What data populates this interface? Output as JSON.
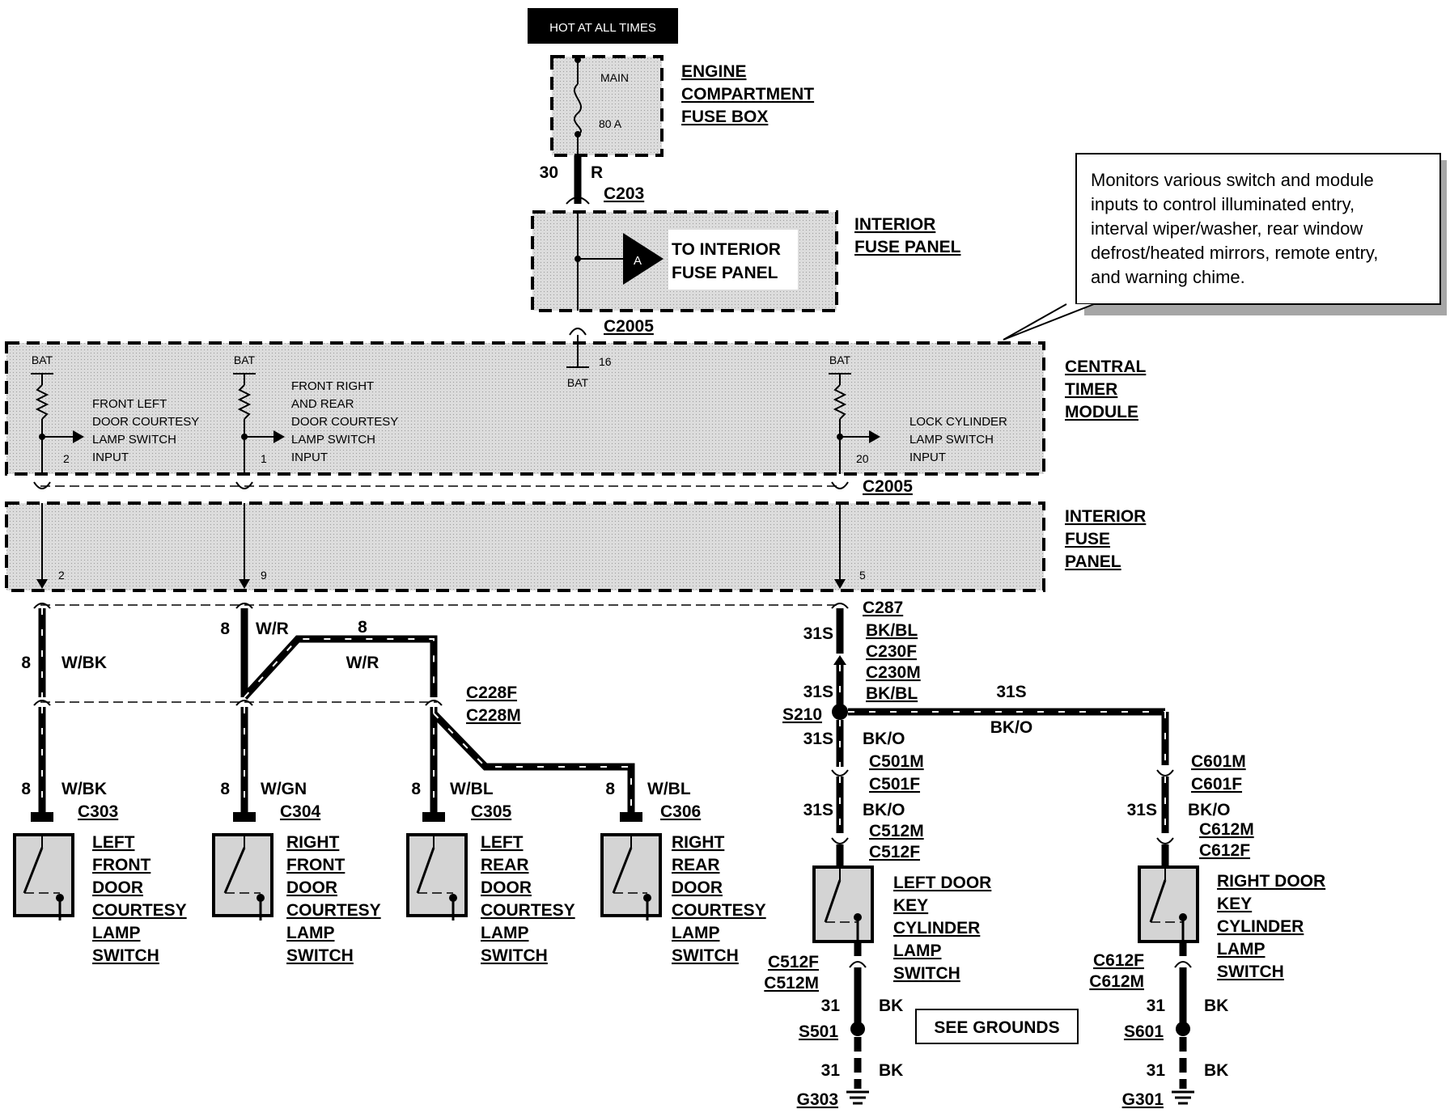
{
  "header": {
    "hot_label": "HOT AT ALL TIMES"
  },
  "engine_fuse": {
    "title": [
      "ENGINE",
      "COMPARTMENT",
      "FUSE BOX"
    ],
    "fuse_name": "MAIN",
    "fuse_rating": "80 A",
    "wire_circuit": "30",
    "wire_color": "R",
    "connector": "C203"
  },
  "interior_fuse_top": {
    "title": [
      "INTERIOR",
      "FUSE PANEL"
    ],
    "ref_letter": "A",
    "ref_text": [
      "TO INTERIOR",
      "FUSE PANEL"
    ],
    "connector": "C2005"
  },
  "note": {
    "lines": [
      "Monitors various switch and module",
      "inputs to control illuminated entry,",
      "interval wiper/washer, rear window",
      "defrost/heated mirrors, remote entry,",
      "and warning chime."
    ]
  },
  "ctm": {
    "title": [
      "CENTRAL",
      "TIMER",
      "MODULE"
    ],
    "bat": "BAT",
    "pin_top": "16",
    "inputs": [
      {
        "pin": "2",
        "lines": [
          "FRONT LEFT",
          "DOOR COURTESY",
          "LAMP SWITCH",
          "INPUT"
        ]
      },
      {
        "pin": "1",
        "lines": [
          "FRONT RIGHT",
          "AND REAR",
          "DOOR COURTESY",
          "LAMP SWITCH",
          "INPUT"
        ]
      },
      {
        "pin": "20",
        "lines": [
          "LOCK CYLINDER",
          "LAMP SWITCH",
          "INPUT"
        ]
      }
    ],
    "connector_bottom": "C2005"
  },
  "interior_fuse_bottom": {
    "title": [
      "INTERIOR",
      "FUSE",
      "PANEL"
    ],
    "pins": [
      "2",
      "9",
      "5"
    ]
  },
  "left_wiring": {
    "w1_circuit": "8",
    "w1_color": "W/BK",
    "w2_circuit": "8",
    "w2_color": "W/R",
    "w3_circuit": "8",
    "w3_color": "W/R",
    "inline_connector": [
      "C228F",
      "C228M"
    ],
    "lower": [
      {
        "circuit": "8",
        "color": "W/BK",
        "connector": "C303"
      },
      {
        "circuit": "8",
        "color": "W/GN",
        "connector": "C304"
      },
      {
        "circuit": "8",
        "color": "W/BL",
        "connector": "C305"
      },
      {
        "circuit": "8",
        "color": "W/BL",
        "connector": "C306"
      }
    ]
  },
  "switches": [
    {
      "lines": [
        "LEFT",
        "FRONT",
        "DOOR",
        "COURTESY",
        "LAMP",
        "SWITCH"
      ]
    },
    {
      "lines": [
        "RIGHT",
        "FRONT",
        "DOOR",
        "COURTESY",
        "LAMP",
        "SWITCH"
      ]
    },
    {
      "lines": [
        "LEFT",
        "REAR",
        "DOOR",
        "COURTESY",
        "LAMP",
        "SWITCH"
      ]
    },
    {
      "lines": [
        "RIGHT",
        "REAR",
        "DOOR",
        "COURTESY",
        "LAMP",
        "SWITCH"
      ]
    }
  ],
  "right_wiring": {
    "c287": "C287",
    "c31s_a": "31S",
    "color_a": "BK/BL",
    "c230": [
      "C230F",
      "C230M"
    ],
    "c31s_b": "31S",
    "color_b": "BK/BL",
    "splice": "S210",
    "branch_circuit": "31S",
    "branch_color": "BK/O",
    "c31s_c": "31S",
    "color_c": "BK/O",
    "c501": [
      "C501M",
      "C501F"
    ],
    "c31s_d": "31S",
    "color_d": "BK/O",
    "c512": [
      "C512M",
      "C512F"
    ],
    "c601": [
      "C601M",
      "C601F"
    ],
    "c31s_e": "31S",
    "color_e": "BK/O",
    "c612": [
      "C612M",
      "C612F"
    ]
  },
  "key_switches": [
    {
      "lines": [
        "LEFT DOOR",
        "KEY",
        "CYLINDER",
        "LAMP",
        "SWITCH"
      ]
    },
    {
      "lines": [
        "RIGHT DOOR",
        "KEY",
        "CYLINDER",
        "LAMP",
        "SWITCH"
      ]
    }
  ],
  "grounds_left": {
    "connector": [
      "C512F",
      "C512M"
    ],
    "circuit1": "31",
    "color1": "BK",
    "splice": "S501",
    "circuit2": "31",
    "color2": "BK",
    "ground": "G303"
  },
  "grounds_right": {
    "connector": [
      "C612F",
      "C612M"
    ],
    "circuit1": "31",
    "color1": "BK",
    "splice": "S601",
    "circuit2": "31",
    "color2": "BK",
    "ground": "G301"
  },
  "see_grounds": "SEE GROUNDS"
}
